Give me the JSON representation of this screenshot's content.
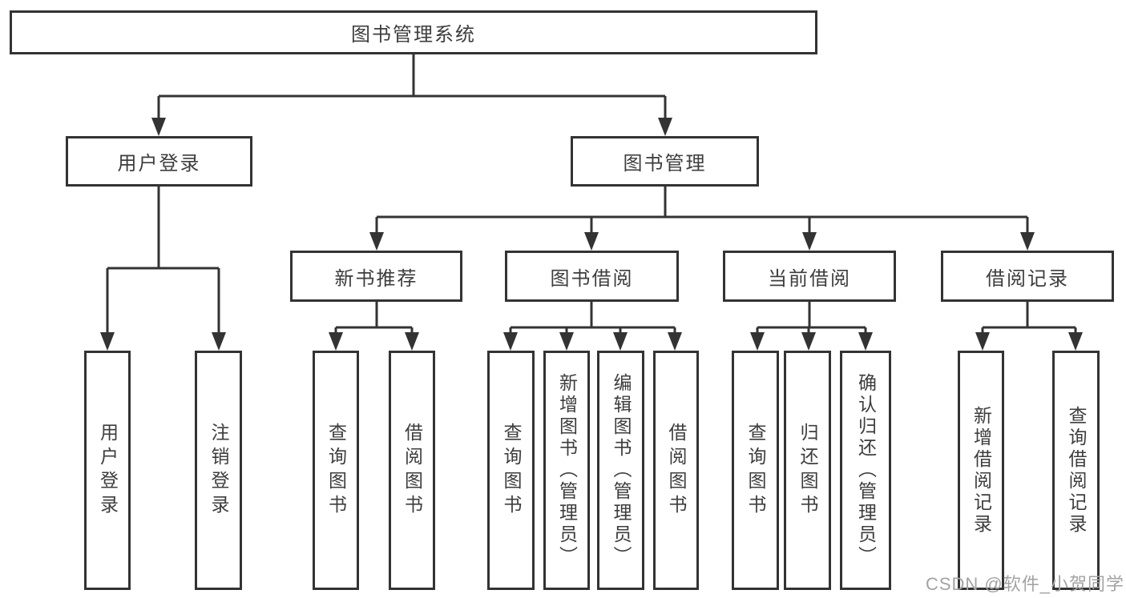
{
  "tree": {
    "label": "图书管理系统",
    "children": [
      {
        "label": "用户登录",
        "children": [
          {
            "label": "用户登录"
          },
          {
            "label": "注销登录"
          }
        ]
      },
      {
        "label": "图书管理",
        "children": [
          {
            "label": "新书推荐",
            "children": [
              {
                "label": "查询图书"
              },
              {
                "label": "借阅图书"
              }
            ]
          },
          {
            "label": "图书借阅",
            "children": [
              {
                "label": "查询图书"
              },
              {
                "label": "新增图书（管理员）"
              },
              {
                "label": "编辑图书（管理员）"
              },
              {
                "label": "借阅图书"
              }
            ]
          },
          {
            "label": "当前借阅",
            "children": [
              {
                "label": "查询图书"
              },
              {
                "label": "归还图书"
              },
              {
                "label": "确认归还（管理员）"
              }
            ]
          },
          {
            "label": "借阅记录",
            "children": [
              {
                "label": "新增借阅记录"
              },
              {
                "label": "查询借阅记录"
              }
            ]
          }
        ]
      }
    ]
  },
  "watermark": {
    "text": "CSDN @软件_小贺同学"
  },
  "colors": {
    "line": "#333333",
    "border": "#333333",
    "text": "#3d3d3d",
    "watermark": "#a3a3a3",
    "background": "#ffffff"
  }
}
